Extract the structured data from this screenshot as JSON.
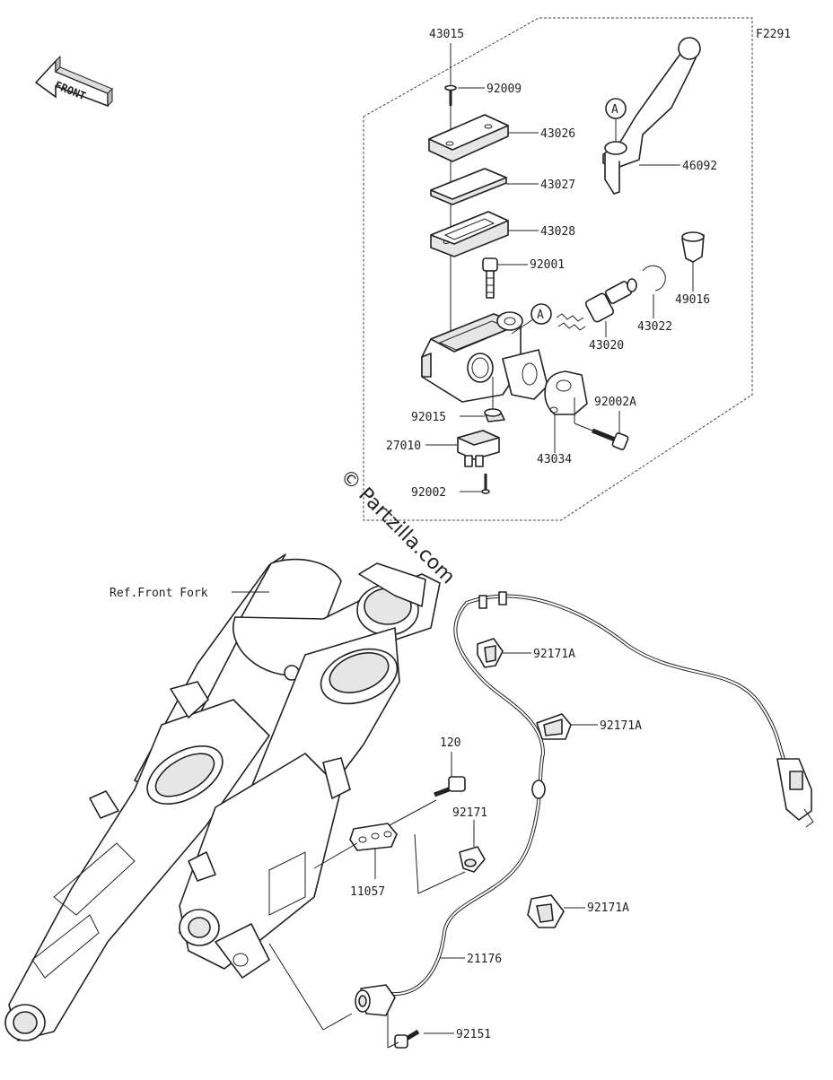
{
  "figure_code": "F2291",
  "front_arrow": "FRONT",
  "watermark": "© Partzilla.com",
  "ref_label": "Ref.Front Fork",
  "callout_letter": "A",
  "parts": {
    "p43015": "43015",
    "p92009": "92009",
    "p43026": "43026",
    "p43027": "43027",
    "p43028": "43028",
    "p92001": "92001",
    "p46092": "46092",
    "p49016": "49016",
    "p43022": "43022",
    "p43020": "43020",
    "p92015": "92015",
    "p92002A": "92002A",
    "p27010": "27010",
    "p43034": "43034",
    "p92002": "92002",
    "p92171A_1": "92171A",
    "p92171A_2": "92171A",
    "p92171A_3": "92171A",
    "p120": "120",
    "p92171": "92171",
    "p11057": "11057",
    "p21176": "21176",
    "p92151": "92151"
  }
}
